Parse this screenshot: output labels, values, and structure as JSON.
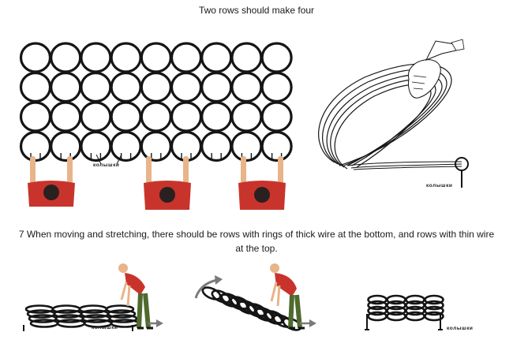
{
  "title": "Two rows should make four",
  "step_text": "7 When moving and stretching, there should be rows with rings of thick wire at the bottom, and rows with thin wire at the top.",
  "stake_label": "колышки",
  "colors": {
    "shirt": "#c8342c",
    "skin": "#e8b48a",
    "trousers": "#4f6a2e",
    "arrow": "#7a7a7a",
    "ink": "#151515"
  }
}
